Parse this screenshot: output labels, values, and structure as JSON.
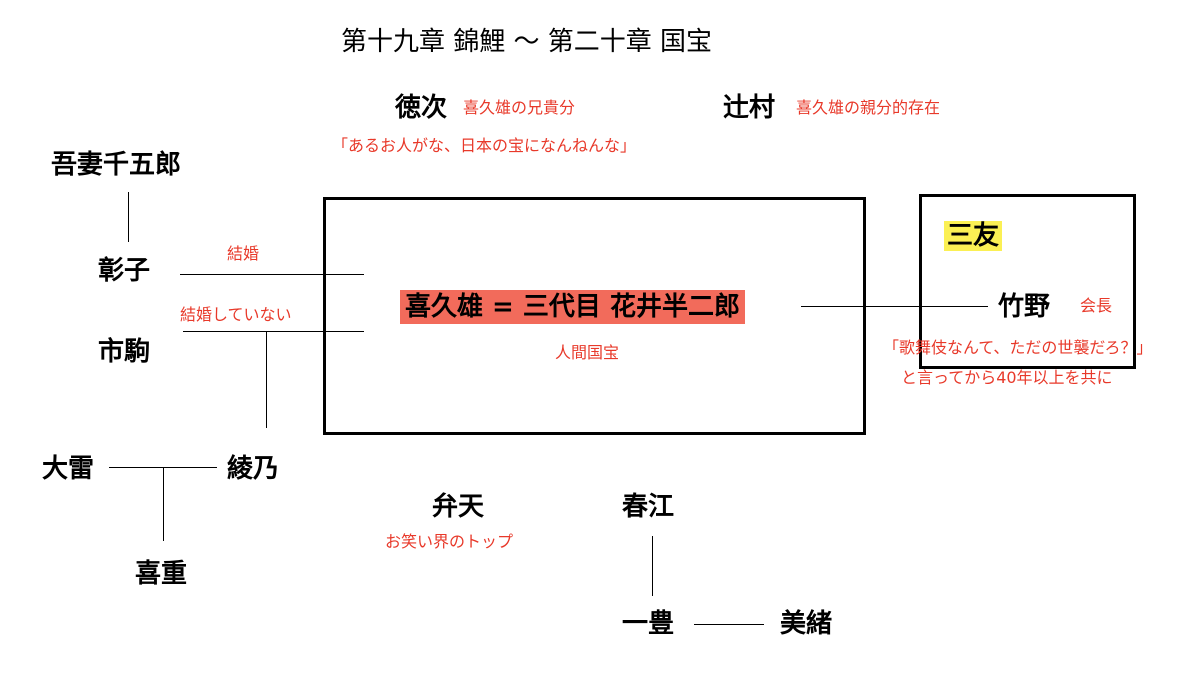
{
  "title": "第十九章 錦鯉 〜 第二十章 国宝",
  "characters": {
    "tokuji": {
      "name": "徳次",
      "note": "喜久雄の兄貴分"
    },
    "tokuji_quote": "「あるお人がな、日本の宝になんねんな」",
    "tsujimura": {
      "name": "辻村",
      "note": "喜久雄の親分的存在"
    },
    "azuma": {
      "name": "吾妻千五郎"
    },
    "akiko": {
      "name": "彰子",
      "note": "結婚"
    },
    "ichikoma": {
      "name": "市駒",
      "note": "結婚していない"
    },
    "kikuo": {
      "name": "喜久雄 = 三代目 花井半二郎",
      "note": "人間国宝"
    },
    "mitomo": {
      "name": "三友"
    },
    "takeno": {
      "name": "竹野",
      "note": "会長",
      "quote_line1": "「歌舞伎なんて、ただの世襲だろ？」",
      "quote_line2": "と言ってから40年以上を共に"
    },
    "dairai": {
      "name": "大雷"
    },
    "ayano": {
      "name": "綾乃"
    },
    "kishige": {
      "name": "喜重"
    },
    "benten": {
      "name": "弁天",
      "note": "お笑い界のトップ"
    },
    "harue": {
      "name": "春江"
    },
    "ichiho": {
      "name": "一豊"
    },
    "mio": {
      "name": "美緒"
    }
  },
  "colors": {
    "note_text": "#e8392a",
    "kikuo_highlight": "#f26b5b",
    "mitomo_highlight": "#fbf054",
    "line": "#000000"
  }
}
